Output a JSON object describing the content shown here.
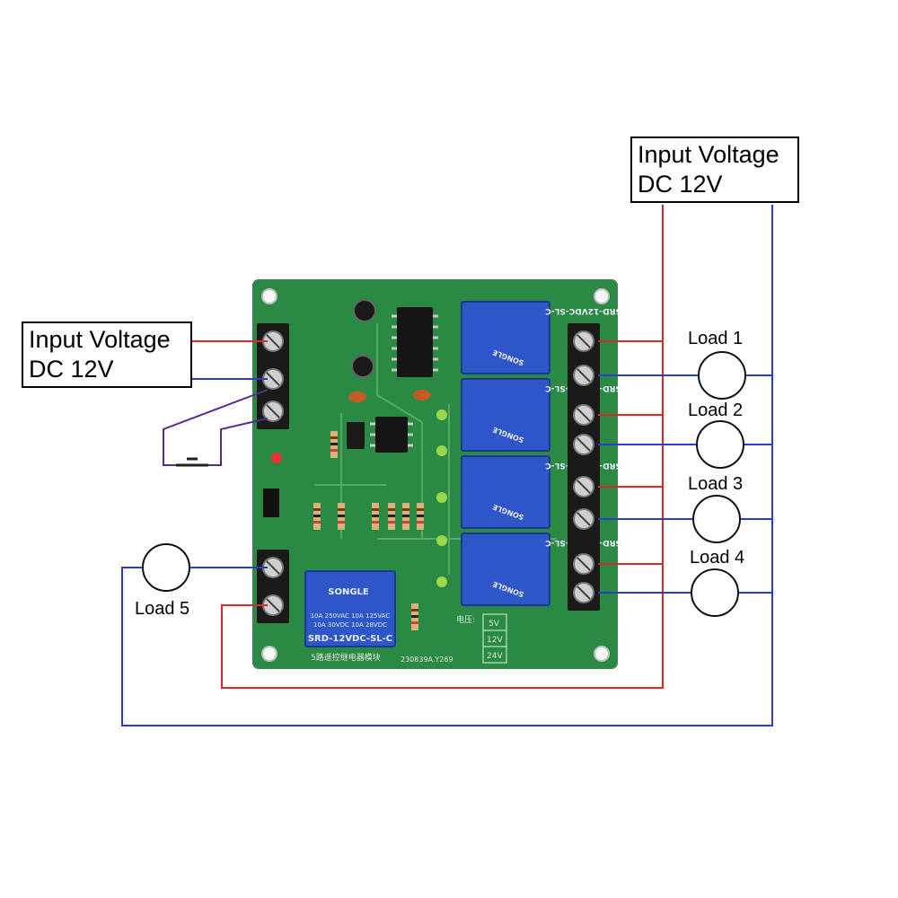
{
  "input_top": {
    "line1": "Input Voltage",
    "line2": "DC 12V"
  },
  "input_left": {
    "line1": "Input Voltage",
    "line2": "DC 12V"
  },
  "loads": [
    "Load 1",
    "Load 2",
    "Load 3",
    "Load 4",
    "Load 5"
  ],
  "relay_label": "SRD-12VDC-SL-C",
  "relay_brand": "SONGLE",
  "relay_rating1": "10A 250VAC 10A 125VAC",
  "relay_rating2": "10A 30VDC 10A 28VDC",
  "pcb_text": {
    "voltage_table": [
      "5V",
      "12V",
      "24V"
    ],
    "board_code": "230839A.Y269",
    "module_name": "5路遥控继电器模块",
    "voltage_caption": "电压:"
  },
  "colors": {
    "positive_wire": "#e0262b",
    "negative_wire": "#2a3ccc",
    "switch_wire": "#5a2a8a",
    "pcb": "#2a8a43",
    "relay": "#2e56c9",
    "terminal": "#1a1a1a"
  }
}
